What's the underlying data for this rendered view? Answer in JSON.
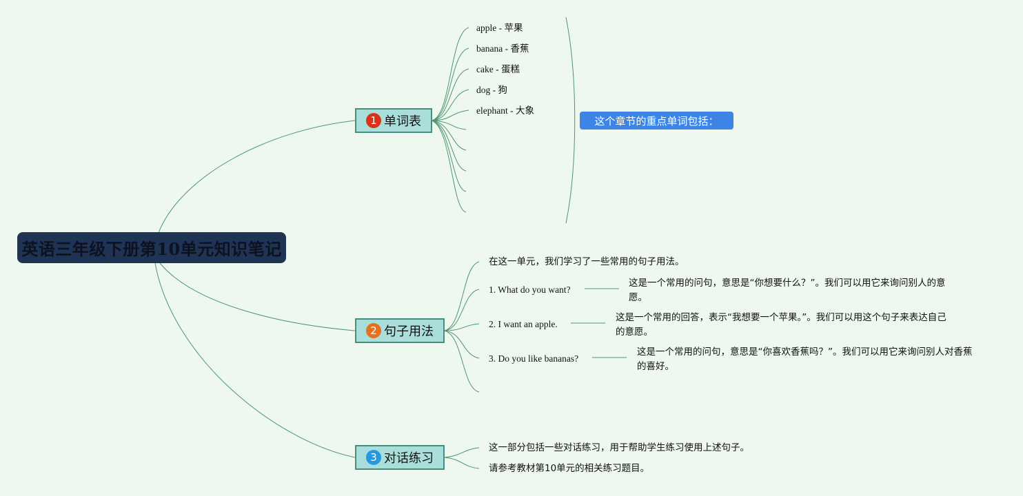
{
  "root": {
    "title": "英语三年级下册第10单元知识笔记"
  },
  "branches": [
    {
      "number": "1",
      "label": "单词表",
      "badge_color": "#d9321c",
      "words": [
        {
          "en": "apple",
          "zh": "苹果"
        },
        {
          "en": "banana",
          "zh": "香蕉"
        },
        {
          "en": "cake",
          "zh": "蛋糕"
        },
        {
          "en": "dog",
          "zh": "狗"
        },
        {
          "en": "elephant",
          "zh": "大象"
        }
      ],
      "summary": "这个章节的重点单词包括："
    },
    {
      "number": "2",
      "label": "句子用法",
      "badge_color": "#e86f1c",
      "intro": "在这一单元，我们学习了一些常用的句子用法。",
      "sentences": [
        {
          "text": "1. What do you want?",
          "note": "这是一个常用的问句，意思是“你想要什么？”。我们可以用它来询问别人的意愿。"
        },
        {
          "text": "2. I want an apple.",
          "note": "这是一个常用的回答，表示“我想要一个苹果。”。我们可以用这个句子来表达自己的意愿。"
        },
        {
          "text": "3. Do you like bananas?",
          "note": "这是一个常用的问句，意思是“你喜欢香蕉吗？”。我们可以用它来询问别人对香蕉的喜好。"
        }
      ]
    },
    {
      "number": "3",
      "label": "对话练习",
      "badge_color": "#2399e0",
      "items": [
        "这一部分包括一些对话练习，用于帮助学生练习使用上述句子。",
        "请参考教材第10单元的相关练习题目。"
      ]
    }
  ],
  "connector_color": "#4f9474",
  "background_color": "#eef8ef"
}
